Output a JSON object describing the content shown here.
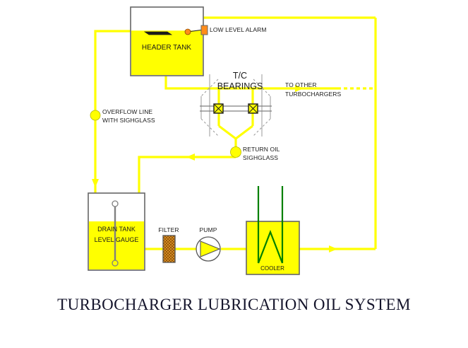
{
  "diagram": {
    "caption": "TURBOCHARGER LUBRICATION OIL SYSTEM",
    "colors": {
      "oil": "#FFFF00",
      "tank_outline": "#666666",
      "cooling_water": "#008000",
      "alarm": "#FF8C1A",
      "filter_media": "#C87A1E",
      "text": "#1A1A1A",
      "turbo_outline": "#999999",
      "background": "#FFFFFF"
    },
    "components": {
      "header_tank": {
        "label": "HEADER TANK",
        "level_alarm_label": "LOW LEVEL ALARM"
      },
      "turbocharger": {
        "label_line1": "T/C",
        "label_line2": "BEARINGS",
        "branch_label_line1": "TO OTHER",
        "branch_label_line2": "TURBOCHARGERS"
      },
      "overflow_sightglass": {
        "label_line1": "OVERFLOW LINE",
        "label_line2": "WITH SIGHGLASS"
      },
      "return_sightglass": {
        "label_line1": "RETURN OIL",
        "label_line2": "SIGHGLASS"
      },
      "drain_tank": {
        "label_line1": "DRAIN TANK",
        "label_line2": "LEVEL GAUGE"
      },
      "filter": {
        "label": "FILTER"
      },
      "pump": {
        "label": "PUMP"
      },
      "cooler": {
        "label": "COOLER"
      }
    }
  }
}
